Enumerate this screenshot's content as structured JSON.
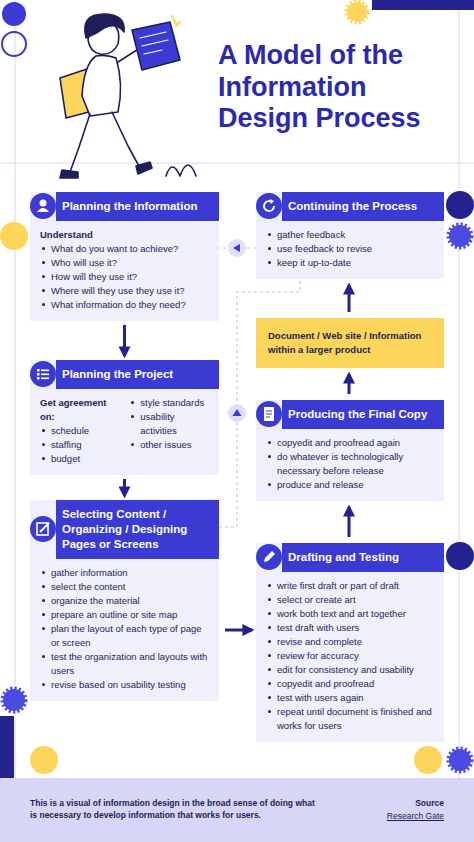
{
  "diagram": {
    "title": "A Model of the Information Design Process",
    "caption": "This is a visual of information design in the broad sense of doing what is necessary to develop information that works for users.",
    "nodes": [
      {
        "text": [
          "Planning the Information",
          "Understand",
          "What do you want to achieve?",
          "Who will use it?",
          "How will they use it?",
          "Where will they use they use it?",
          "What information do they need?"
        ]
      },
      {
        "text": [
          "Planning the Project",
          "Get agreement on:",
          "schedule",
          "staffing",
          "budget",
          "style standards",
          "usability activities",
          "other issues"
        ]
      },
      {
        "text": [
          "Selecting Content / Organizing / Designing Pages or Screens",
          "gather information",
          "select the content",
          "organize the material",
          "prepare an outline or site map",
          "plan the layout of each type of page or screen",
          "test the organization and layouts with users",
          "revise based on usability testing"
        ]
      },
      {
        "text": [
          "Drafting and Testing",
          "write first draft or part of draft",
          "select or create art",
          "work both text and art together",
          "test draft with users",
          "revise and complete",
          "review for accuracy",
          "edit for consistency and usability",
          "copyedit and proofread",
          "test with users again",
          "repeat until document is finished and works for users"
        ]
      },
      {
        "text": [
          "Producing the Final Copy",
          "copyedit and proofread again",
          "do whatever is technologically necessary before release",
          "produce and release"
        ]
      },
      {
        "text": [
          "Document / Web site / Information within a larger product"
        ]
      },
      {
        "text": [
          "Continuing the Process",
          "gather feedback",
          "use feedback to revise",
          "keep it up-to-date"
        ]
      }
    ],
    "edges": [
      {
        "from": 0,
        "to": 1,
        "arrow": "to"
      },
      {
        "from": 1,
        "to": 2,
        "arrow": "to"
      },
      {
        "from": 2,
        "to": 3,
        "arrow": "to"
      },
      {
        "from": 3,
        "to": 4,
        "arrow": "to"
      },
      {
        "from": 4,
        "to": 5,
        "arrow": "to"
      },
      {
        "from": 5,
        "to": 6,
        "arrow": "to"
      },
      {
        "from": 6,
        "to": 0,
        "arrow": "to"
      },
      {
        "from": 2,
        "to": 6,
        "arrow": "to"
      }
    ],
    "labels": [
      "Source",
      "Research Gate"
    ]
  }
}
